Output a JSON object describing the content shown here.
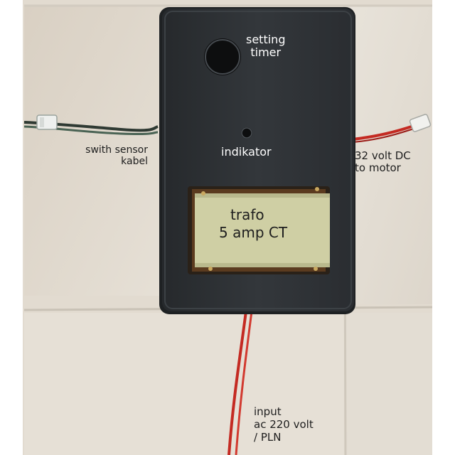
{
  "labels": {
    "setting_timer": [
      "setting",
      "timer"
    ],
    "indikator": "indikator",
    "switch_sensor": [
      "swith sensor",
      "kabel"
    ],
    "output": [
      "32 volt DC",
      "to motor"
    ],
    "trafo": [
      "trafo",
      "5 amp CT"
    ],
    "input": [
      "input",
      "ac 220 volt",
      "/ PLN"
    ]
  },
  "colors": {
    "enclosure": "#2e3236",
    "trafo_label": "#cfcfa4",
    "wire_red": "#c42a22",
    "wire_green": "#3f5448",
    "floor_tile": "#e4ddd2"
  }
}
